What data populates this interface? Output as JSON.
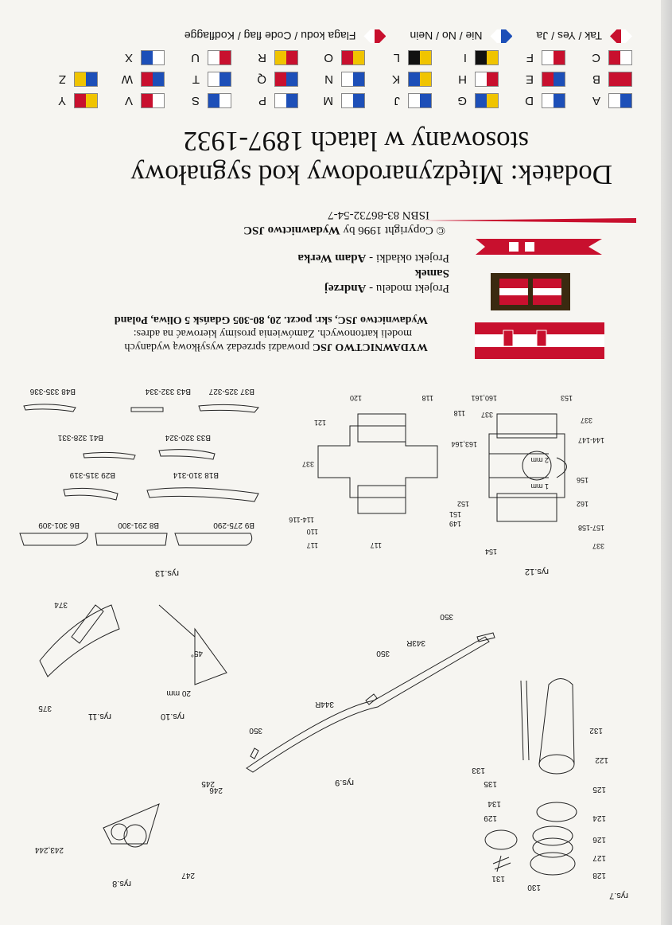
{
  "flags": {
    "rows": [
      [
        {
          "letter": "A",
          "colors": [
            "#1d4fb8",
            "#ffffff"
          ]
        },
        {
          "letter": "D",
          "colors": [
            "#1d4fb8",
            "#ffffff"
          ]
        },
        {
          "letter": "G",
          "colors": [
            "#f0c400",
            "#1d4fb8"
          ]
        },
        {
          "letter": "J",
          "colors": [
            "#1d4fb8",
            "#ffffff"
          ]
        },
        {
          "letter": "M",
          "colors": [
            "#1d4fb8",
            "#ffffff"
          ]
        },
        {
          "letter": "P",
          "colors": [
            "#1d4fb8",
            "#ffffff"
          ]
        },
        {
          "letter": "S",
          "colors": [
            "#ffffff",
            "#1d4fb8"
          ]
        },
        {
          "letter": "V",
          "colors": [
            "#ffffff",
            "#c8102e"
          ]
        },
        {
          "letter": "Y",
          "colors": [
            "#f0c400",
            "#c8102e"
          ]
        }
      ],
      [
        {
          "letter": "B",
          "colors": [
            "#c8102e",
            "#c8102e"
          ]
        },
        {
          "letter": "E",
          "colors": [
            "#1d4fb8",
            "#c8102e"
          ]
        },
        {
          "letter": "H",
          "colors": [
            "#c8102e",
            "#ffffff"
          ]
        },
        {
          "letter": "K",
          "colors": [
            "#f0c400",
            "#1d4fb8"
          ]
        },
        {
          "letter": "N",
          "colors": [
            "#1d4fb8",
            "#ffffff"
          ]
        },
        {
          "letter": "Q",
          "colors": [
            "#1d4fb8",
            "#c8102e"
          ]
        },
        {
          "letter": "T",
          "colors": [
            "#1d4fb8",
            "#ffffff"
          ]
        },
        {
          "letter": "W",
          "colors": [
            "#1d4fb8",
            "#c8102e"
          ]
        },
        {
          "letter": "Z",
          "colors": [
            "#1d4fb8",
            "#f0c400"
          ]
        }
      ],
      [
        {
          "letter": "C",
          "colors": [
            "#ffffff",
            "#c8102e"
          ]
        },
        {
          "letter": "F",
          "colors": [
            "#c8102e",
            "#ffffff"
          ]
        },
        {
          "letter": "I",
          "colors": [
            "#f0c400",
            "#111111"
          ]
        },
        {
          "letter": "L",
          "colors": [
            "#f0c400",
            "#111111"
          ]
        },
        {
          "letter": "O",
          "colors": [
            "#f0c400",
            "#c8102e"
          ]
        },
        {
          "letter": "R",
          "colors": [
            "#c8102e",
            "#f0c400"
          ]
        },
        {
          "letter": "U",
          "colors": [
            "#c8102e",
            "#ffffff"
          ]
        },
        {
          "letter": "X",
          "colors": [
            "#ffffff",
            "#1d4fb8"
          ]
        }
      ]
    ],
    "special": [
      {
        "label": "Tak / Yes / Ja",
        "colors": [
          "#ffffff",
          "#c8102e"
        ]
      },
      {
        "label": "Nie / No / Nein",
        "colors": [
          "#1d4fb8",
          "#ffffff"
        ]
      },
      {
        "label": "Flaga kodu / Code flag / Kodflagge",
        "colors": [
          "#c8102e",
          "#ffffff"
        ]
      }
    ]
  },
  "title": {
    "line1": "Dodatek: Międzynarodowy kod sygnałowy",
    "line2": "stosowany w latach 1897-1932"
  },
  "copyright": {
    "prefix": "© Copyright 1996 by ",
    "publisher": "Wydawnictwo JSC",
    "isbn": "ISBN 83-86732-54-7"
  },
  "credits": {
    "model_label": "Projekt modelu - ",
    "model_author": "Andrzej Samek",
    "cover_label": "Projekt okładki - ",
    "cover_author": "Adam Werka"
  },
  "publisher": {
    "name": "WYDAWNICTWO JSC",
    "line1": " prowadzi sprzedaż wysyłkową wydanych",
    "line2": "modeli kartonowych. Zamówienia prosimy kierować na adres:",
    "address": "Wydawnictwo JSC, skr. poczt. 20, 80-305 Gdańsk 5 Oliwa, Poland"
  },
  "figures": {
    "rys7": "rys.7",
    "rys8": "rys.8",
    "rys9": "rys.9",
    "rys10": "rys.10",
    "rys11": "rys.11",
    "rys12": "rys.12",
    "rys13": "rys.13"
  },
  "rys13_parts": [
    "B48 335-336",
    "B43 332-334",
    "B37 325-327",
    "B41 328-331",
    "B33 320-324",
    "B29 315-319",
    "B18 310-314",
    "B6 301-309",
    "B8 291-300",
    "B9 275-290"
  ],
  "rys12_labels": [
    "337",
    "157-158",
    "162",
    "156",
    "144-147",
    "337",
    "153",
    "160,161",
    "337",
    "118",
    "118",
    "120",
    "121",
    "337",
    "114-116",
    "110",
    "117",
    "117",
    "163,164",
    "152",
    "151",
    "149",
    "154",
    "2 mm",
    "1 mm"
  ],
  "lower_labels": [
    "350",
    "343R",
    "350",
    "344R",
    "350",
    "374",
    "375",
    "20 mm",
    "45°",
    "132",
    "122",
    "133",
    "135",
    "134",
    "125",
    "124",
    "126",
    "127",
    "128",
    "129",
    "131",
    "130",
    "245",
    "246",
    "243,244",
    "247"
  ]
}
